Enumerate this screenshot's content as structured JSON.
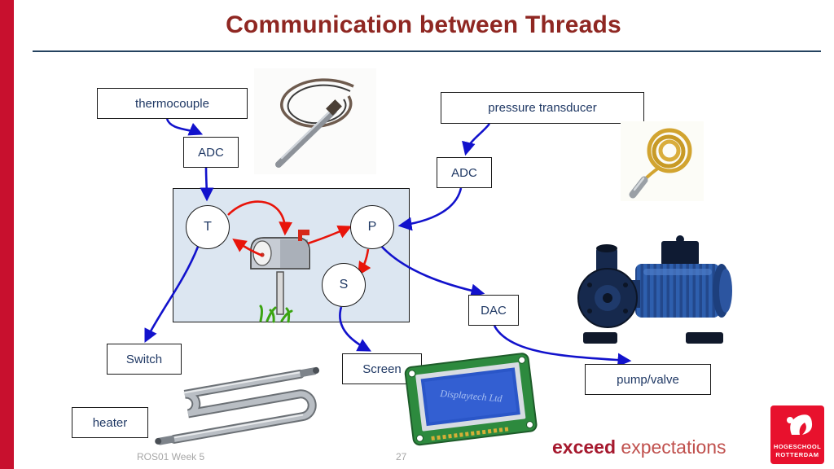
{
  "title": "Communication between Threads",
  "nodes": {
    "thermocouple": "thermocouple",
    "adc_left": "ADC",
    "pressure_transducer": "pressure transducer",
    "adc_right": "ADC",
    "dac": "DAC",
    "switch": "Switch",
    "heater": "heater",
    "screen": "Screen",
    "pump_valve": "pump/valve"
  },
  "threads": {
    "t": "T",
    "p": "P",
    "s": "S"
  },
  "photos": {
    "lcd_text": "Displaytech Ltd"
  },
  "connections": [
    {
      "from": "thermocouple",
      "to": "ADC (left)",
      "color": "blue"
    },
    {
      "from": "ADC (left)",
      "to": "T",
      "color": "blue"
    },
    {
      "from": "pressure transducer",
      "to": "ADC (right)",
      "color": "blue"
    },
    {
      "from": "ADC (right)",
      "to": "P",
      "color": "blue"
    },
    {
      "from": "T",
      "to": "mailbox",
      "color": "red"
    },
    {
      "from": "mailbox",
      "to": "P",
      "color": "red"
    },
    {
      "from": "mailbox",
      "to": "T",
      "color": "red"
    },
    {
      "from": "P",
      "to": "S",
      "color": "red"
    },
    {
      "from": "P",
      "to": "DAC",
      "color": "blue"
    },
    {
      "from": "DAC",
      "to": "pump/valve",
      "color": "blue"
    },
    {
      "from": "S",
      "to": "Screen",
      "color": "blue"
    },
    {
      "from": "T",
      "to": "Switch",
      "color": "blue"
    }
  ],
  "footer": {
    "course": "ROS01 Week 5",
    "page_number": "27",
    "tagline_bold": "exceed",
    "tagline_regular": "expectations",
    "logo_line1": "HOGESCHOOL",
    "logo_line2": "ROTTERDAM"
  },
  "colors": {
    "accent_red": "#c8102e",
    "title_red": "#8f2722",
    "node_text_blue": "#1f3864",
    "arrow_blue": "#1212cc",
    "arrow_red": "#e8140a",
    "central_box_fill": "#dce6f1"
  }
}
